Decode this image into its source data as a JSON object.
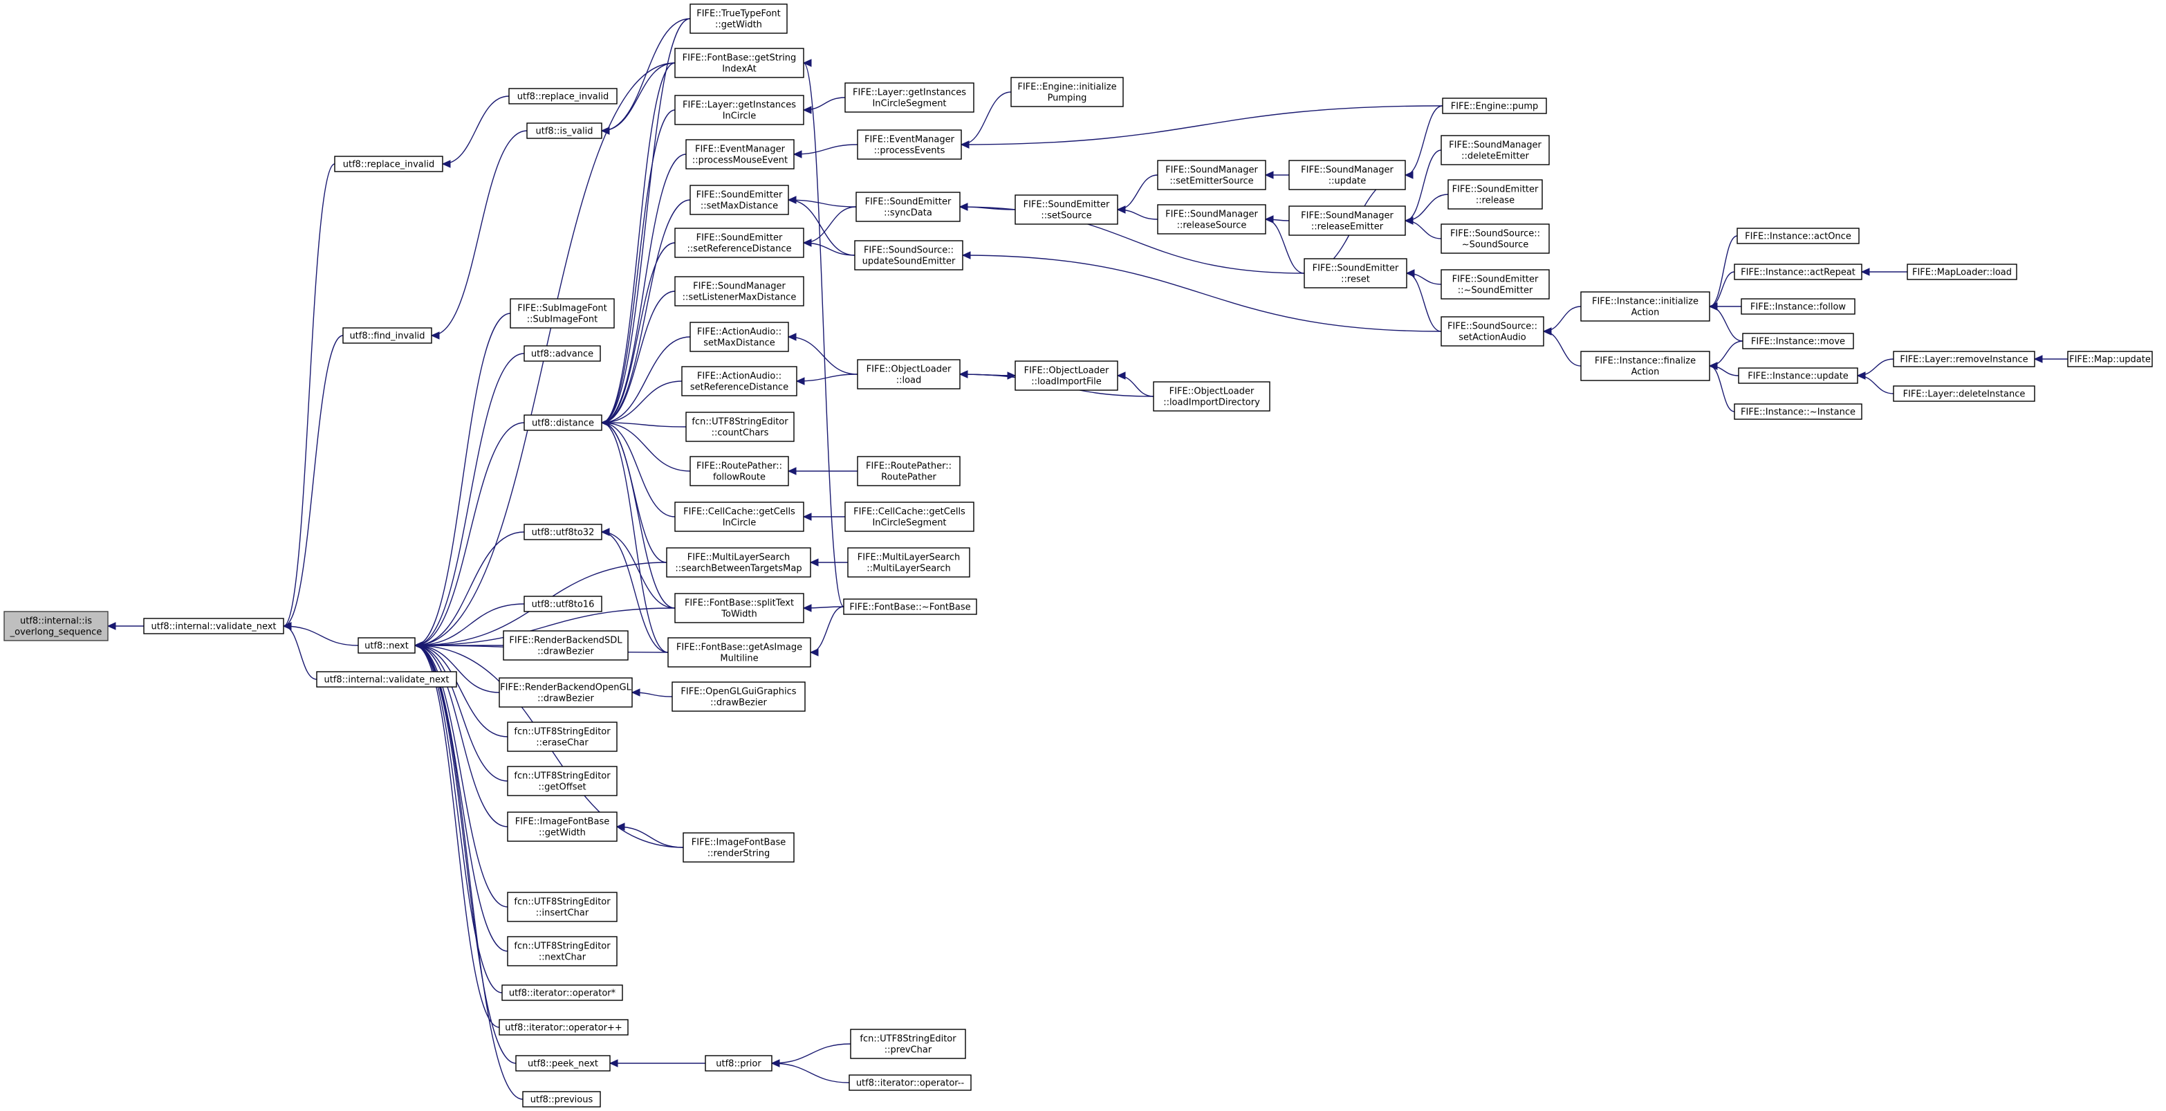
{
  "diagram": {
    "type": "call-graph",
    "edge_color": "#191970",
    "highlight_fill": "#bfbfbf",
    "nodes": [
      {
        "id": "root",
        "lines": [
          "utf8::internal::is",
          "_overlong_sequence"
        ],
        "highlight": true
      },
      {
        "id": "validate_next_a",
        "lines": [
          "utf8::internal::validate_next"
        ]
      },
      {
        "id": "validate_next_b",
        "lines": [
          "utf8::internal::validate_next"
        ]
      },
      {
        "id": "replace_invalid_a",
        "lines": [
          "utf8::replace_invalid"
        ]
      },
      {
        "id": "replace_invalid_b",
        "lines": [
          "utf8::replace_invalid"
        ]
      },
      {
        "id": "find_invalid",
        "lines": [
          "utf8::find_invalid"
        ]
      },
      {
        "id": "is_valid",
        "lines": [
          "utf8::is_valid"
        ]
      },
      {
        "id": "next",
        "lines": [
          "utf8::next"
        ]
      },
      {
        "id": "subimagefont",
        "lines": [
          "FIFE::SubImageFont",
          "::SubImageFont"
        ]
      },
      {
        "id": "advance",
        "lines": [
          "utf8::advance"
        ]
      },
      {
        "id": "distance",
        "lines": [
          "utf8::distance"
        ]
      },
      {
        "id": "utf8to32",
        "lines": [
          "utf8::utf8to32"
        ]
      },
      {
        "id": "utf8to16",
        "lines": [
          "utf8::utf8to16"
        ]
      },
      {
        "id": "rb_sdl",
        "lines": [
          "FIFE::RenderBackendSDL",
          "::drawBezier"
        ]
      },
      {
        "id": "rb_gl",
        "lines": [
          "FIFE::RenderBackendOpenGL",
          "::drawBezier"
        ]
      },
      {
        "id": "erasechar",
        "lines": [
          "fcn::UTF8StringEditor",
          "::eraseChar"
        ]
      },
      {
        "id": "getoffset",
        "lines": [
          "fcn::UTF8StringEditor",
          "::getOffset"
        ]
      },
      {
        "id": "ifb_getwidth",
        "lines": [
          "FIFE::ImageFontBase",
          "::getWidth"
        ]
      },
      {
        "id": "insertchar",
        "lines": [
          "fcn::UTF8StringEditor",
          "::insertChar"
        ]
      },
      {
        "id": "nextchar",
        "lines": [
          "fcn::UTF8StringEditor",
          "::nextChar"
        ]
      },
      {
        "id": "it_star",
        "lines": [
          "utf8::iterator::operator*"
        ]
      },
      {
        "id": "it_pp",
        "lines": [
          "utf8::iterator::operator++"
        ]
      },
      {
        "id": "peek_next",
        "lines": [
          "utf8::peek_next"
        ]
      },
      {
        "id": "previous",
        "lines": [
          "utf8::previous"
        ]
      },
      {
        "id": "ttf_getwidth",
        "lines": [
          "FIFE::TrueTypeFont",
          "::getWidth"
        ]
      },
      {
        "id": "fb_getstringindex",
        "lines": [
          "FIFE::FontBase::getString",
          "IndexAt"
        ]
      },
      {
        "id": "layer_getinst",
        "lines": [
          "FIFE::Layer::getInstances",
          "InCircle"
        ]
      },
      {
        "id": "em_pme",
        "lines": [
          "FIFE::EventManager",
          "::processMouseEvent"
        ]
      },
      {
        "id": "se_setmaxdist",
        "lines": [
          "FIFE::SoundEmitter",
          "::setMaxDistance"
        ]
      },
      {
        "id": "se_setrefdist",
        "lines": [
          "FIFE::SoundEmitter",
          "::setReferenceDistance"
        ]
      },
      {
        "id": "sm_setlistener",
        "lines": [
          "FIFE::SoundManager",
          "::setListenerMaxDistance"
        ]
      },
      {
        "id": "aa_setmaxdist",
        "lines": [
          "FIFE::ActionAudio::",
          "setMaxDistance"
        ]
      },
      {
        "id": "aa_setrefdist",
        "lines": [
          "FIFE::ActionAudio::",
          "setReferenceDistance"
        ]
      },
      {
        "id": "fcn_countchars",
        "lines": [
          "fcn::UTF8StringEditor",
          "::countChars"
        ]
      },
      {
        "id": "rp_followroute",
        "lines": [
          "FIFE::RoutePather::",
          "followRoute"
        ]
      },
      {
        "id": "cc_getcells",
        "lines": [
          "FIFE::CellCache::getCells",
          "InCircle"
        ]
      },
      {
        "id": "mls_search",
        "lines": [
          "FIFE::MultiLayerSearch",
          "::searchBetweenTargetsMap"
        ]
      },
      {
        "id": "fb_splittext",
        "lines": [
          "FIFE::FontBase::splitText",
          "ToWidth"
        ]
      },
      {
        "id": "fb_getasimage",
        "lines": [
          "FIFE::FontBase::getAsImage",
          "Multiline"
        ]
      },
      {
        "id": "ogl_drawbezier",
        "lines": [
          "FIFE::OpenGLGuiGraphics",
          "::drawBezier"
        ]
      },
      {
        "id": "ifb_render",
        "lines": [
          "FIFE::ImageFontBase",
          "::renderString"
        ]
      },
      {
        "id": "prior",
        "lines": [
          "utf8::prior"
        ]
      },
      {
        "id": "layer_getinstseg",
        "lines": [
          "FIFE::Layer::getInstances",
          "InCircleSegment"
        ]
      },
      {
        "id": "em_processevents",
        "lines": [
          "FIFE::EventManager",
          "::processEvents"
        ]
      },
      {
        "id": "se_syncdata",
        "lines": [
          "FIFE::SoundEmitter",
          "::syncData"
        ]
      },
      {
        "id": "ss_update",
        "lines": [
          "FIFE::SoundSource::",
          "updateSoundEmitter"
        ]
      },
      {
        "id": "ol_load",
        "lines": [
          "FIFE::ObjectLoader",
          "::load"
        ]
      },
      {
        "id": "rp_routepather",
        "lines": [
          "FIFE::RoutePather::",
          "RoutePather"
        ]
      },
      {
        "id": "cc_getcellsseg",
        "lines": [
          "FIFE::CellCache::getCells",
          "InCircleSegment"
        ]
      },
      {
        "id": "mls_ctor",
        "lines": [
          "FIFE::MultiLayerSearch",
          "::MultiLayerSearch"
        ]
      },
      {
        "id": "fb_dtor",
        "lines": [
          "FIFE::FontBase::~FontBase"
        ]
      },
      {
        "id": "fcn_prevchar",
        "lines": [
          "fcn::UTF8StringEditor",
          "::prevChar"
        ]
      },
      {
        "id": "it_mm",
        "lines": [
          "utf8::iterator::operator--"
        ]
      },
      {
        "id": "eng_initpump",
        "lines": [
          "FIFE::Engine::initialize",
          "Pumping"
        ]
      },
      {
        "id": "se_setsource",
        "lines": [
          "FIFE::SoundEmitter",
          "::setSource"
        ]
      },
      {
        "id": "ol_loadimport",
        "lines": [
          "FIFE::ObjectLoader",
          "::loadImportFile"
        ]
      },
      {
        "id": "ol_loaddir",
        "lines": [
          "FIFE::ObjectLoader",
          "::loadImportDirectory"
        ]
      },
      {
        "id": "sm_setemittersrc",
        "lines": [
          "FIFE::SoundManager",
          "::setEmitterSource"
        ]
      },
      {
        "id": "sm_releasesrc",
        "lines": [
          "FIFE::SoundManager",
          "::releaseSource"
        ]
      },
      {
        "id": "sm_update",
        "lines": [
          "FIFE::SoundManager",
          "::update"
        ]
      },
      {
        "id": "sm_releaseemitter",
        "lines": [
          "FIFE::SoundManager",
          "::releaseEmitter"
        ]
      },
      {
        "id": "se_reset",
        "lines": [
          "FIFE::SoundEmitter",
          "::reset"
        ]
      },
      {
        "id": "ss_setactionaudio",
        "lines": [
          "FIFE::SoundSource::",
          "setActionAudio"
        ]
      },
      {
        "id": "eng_pump",
        "lines": [
          "FIFE::Engine::pump"
        ]
      },
      {
        "id": "sm_deleteemitter",
        "lines": [
          "FIFE::SoundManager",
          "::deleteEmitter"
        ]
      },
      {
        "id": "se_release",
        "lines": [
          "FIFE::SoundEmitter",
          "::release"
        ]
      },
      {
        "id": "ss_dtor",
        "lines": [
          "FIFE::SoundSource::",
          "~SoundSource"
        ]
      },
      {
        "id": "se_dtor",
        "lines": [
          "FIFE::SoundEmitter",
          "::~SoundEmitter"
        ]
      },
      {
        "id": "inst_initaction",
        "lines": [
          "FIFE::Instance::initialize",
          "Action"
        ]
      },
      {
        "id": "inst_finalizeaction",
        "lines": [
          "FIFE::Instance::finalize",
          "Action"
        ]
      },
      {
        "id": "inst_actonce",
        "lines": [
          "FIFE::Instance::actOnce"
        ]
      },
      {
        "id": "inst_actrepeat",
        "lines": [
          "FIFE::Instance::actRepeat"
        ]
      },
      {
        "id": "inst_follow",
        "lines": [
          "FIFE::Instance::follow"
        ]
      },
      {
        "id": "inst_move",
        "lines": [
          "FIFE::Instance::move"
        ]
      },
      {
        "id": "inst_update",
        "lines": [
          "FIFE::Instance::update"
        ]
      },
      {
        "id": "inst_dtor",
        "lines": [
          "FIFE::Instance::~Instance"
        ]
      },
      {
        "id": "maploader_load",
        "lines": [
          "FIFE::MapLoader::load"
        ]
      },
      {
        "id": "layer_removeinst",
        "lines": [
          "FIFE::Layer::removeInstance"
        ]
      },
      {
        "id": "layer_deleteinst",
        "lines": [
          "FIFE::Layer::deleteInstance"
        ]
      },
      {
        "id": "map_update",
        "lines": [
          "FIFE::Map::update"
        ]
      }
    ],
    "edges": [
      [
        "validate_next_a",
        "root"
      ],
      [
        "replace_invalid_a",
        "validate_next_a"
      ],
      [
        "find_invalid",
        "validate_next_a"
      ],
      [
        "next",
        "validate_next_a"
      ],
      [
        "validate_next_b",
        "validate_next_a"
      ],
      [
        "replace_invalid_b",
        "replace_invalid_a"
      ],
      [
        "is_valid",
        "find_invalid"
      ],
      [
        "ttf_getwidth",
        "is_valid"
      ],
      [
        "fb_getstringindex",
        "is_valid"
      ],
      [
        "subimagefont",
        "next"
      ],
      [
        "advance",
        "next"
      ],
      [
        "distance",
        "next"
      ],
      [
        "utf8to32",
        "next"
      ],
      [
        "utf8to16",
        "next"
      ],
      [
        "rb_sdl",
        "next"
      ],
      [
        "rb_gl",
        "next"
      ],
      [
        "erasechar",
        "next"
      ],
      [
        "getoffset",
        "next"
      ],
      [
        "ifb_getwidth",
        "next"
      ],
      [
        "insertchar",
        "next"
      ],
      [
        "nextchar",
        "next"
      ],
      [
        "it_star",
        "next"
      ],
      [
        "it_pp",
        "next"
      ],
      [
        "peek_next",
        "next"
      ],
      [
        "previous",
        "next"
      ],
      [
        "fb_getstringindex",
        "next"
      ],
      [
        "fb_splittext",
        "next"
      ],
      [
        "fb_getasimage",
        "next"
      ],
      [
        "mls_search",
        "next"
      ],
      [
        "ifb_render",
        "next"
      ],
      [
        "layer_getinst",
        "distance"
      ],
      [
        "em_pme",
        "distance"
      ],
      [
        "se_setmaxdist",
        "distance"
      ],
      [
        "se_setrefdist",
        "distance"
      ],
      [
        "sm_setlistener",
        "distance"
      ],
      [
        "aa_setmaxdist",
        "distance"
      ],
      [
        "aa_setrefdist",
        "distance"
      ],
      [
        "fcn_countchars",
        "distance"
      ],
      [
        "rp_followroute",
        "distance"
      ],
      [
        "cc_getcells",
        "distance"
      ],
      [
        "mls_search",
        "distance"
      ],
      [
        "fb_splittext",
        "distance"
      ],
      [
        "fb_getasimage",
        "distance"
      ],
      [
        "ttf_getwidth",
        "distance"
      ],
      [
        "fb_getstringindex",
        "distance"
      ],
      [
        "fb_splittext",
        "utf8to32"
      ],
      [
        "fb_getasimage",
        "utf8to32"
      ],
      [
        "ogl_drawbezier",
        "rb_gl"
      ],
      [
        "ifb_render",
        "ifb_getwidth"
      ],
      [
        "prior",
        "peek_next"
      ],
      [
        "fcn_prevchar",
        "prior"
      ],
      [
        "it_mm",
        "prior"
      ],
      [
        "layer_getinstseg",
        "layer_getinst"
      ],
      [
        "em_processevents",
        "em_pme"
      ],
      [
        "eng_initpump",
        "em_processevents"
      ],
      [
        "eng_pump",
        "em_processevents"
      ],
      [
        "se_syncdata",
        "se_setmaxdist"
      ],
      [
        "se_syncdata",
        "se_setrefdist"
      ],
      [
        "ss_update",
        "se_setmaxdist"
      ],
      [
        "ss_update",
        "se_setrefdist"
      ],
      [
        "se_setsource",
        "se_syncdata"
      ],
      [
        "se_reset",
        "se_syncdata"
      ],
      [
        "ss_setactionaudio",
        "ss_update"
      ],
      [
        "ol_load",
        "aa_setmaxdist"
      ],
      [
        "ol_load",
        "aa_setrefdist"
      ],
      [
        "ol_loadimport",
        "ol_load"
      ],
      [
        "ol_loaddir",
        "ol_load"
      ],
      [
        "ol_load",
        "ol_loadimport"
      ],
      [
        "ol_loaddir",
        "ol_loadimport"
      ],
      [
        "rp_routepather",
        "rp_followroute"
      ],
      [
        "cc_getcellsseg",
        "cc_getcells"
      ],
      [
        "mls_ctor",
        "mls_search"
      ],
      [
        "fb_dtor",
        "fb_splittext"
      ],
      [
        "fb_dtor",
        "fb_getasimage"
      ],
      [
        "fb_dtor",
        "fb_getstringindex"
      ],
      [
        "sm_setemittersrc",
        "se_setsource"
      ],
      [
        "sm_releasesrc",
        "se_setsource"
      ],
      [
        "sm_update",
        "sm_setemittersrc"
      ],
      [
        "sm_releaseemitter",
        "sm_releasesrc"
      ],
      [
        "se_reset",
        "sm_releasesrc"
      ],
      [
        "eng_pump",
        "sm_update"
      ],
      [
        "sm_deleteemitter",
        "sm_releaseemitter"
      ],
      [
        "se_release",
        "sm_releaseemitter"
      ],
      [
        "ss_dtor",
        "sm_releaseemitter"
      ],
      [
        "sm_update",
        "se_reset"
      ],
      [
        "se_dtor",
        "se_reset"
      ],
      [
        "ss_setactionaudio",
        "se_reset"
      ],
      [
        "inst_initaction",
        "ss_setactionaudio"
      ],
      [
        "inst_finalizeaction",
        "ss_setactionaudio"
      ],
      [
        "inst_actonce",
        "inst_initaction"
      ],
      [
        "inst_actrepeat",
        "inst_initaction"
      ],
      [
        "inst_follow",
        "inst_initaction"
      ],
      [
        "inst_move",
        "inst_initaction"
      ],
      [
        "inst_move",
        "inst_finalizeaction"
      ],
      [
        "inst_update",
        "inst_finalizeaction"
      ],
      [
        "inst_dtor",
        "inst_finalizeaction"
      ],
      [
        "maploader_load",
        "inst_actrepeat"
      ],
      [
        "layer_removeinst",
        "inst_update"
      ],
      [
        "layer_deleteinst",
        "inst_update"
      ],
      [
        "map_update",
        "layer_removeinst"
      ]
    ]
  }
}
